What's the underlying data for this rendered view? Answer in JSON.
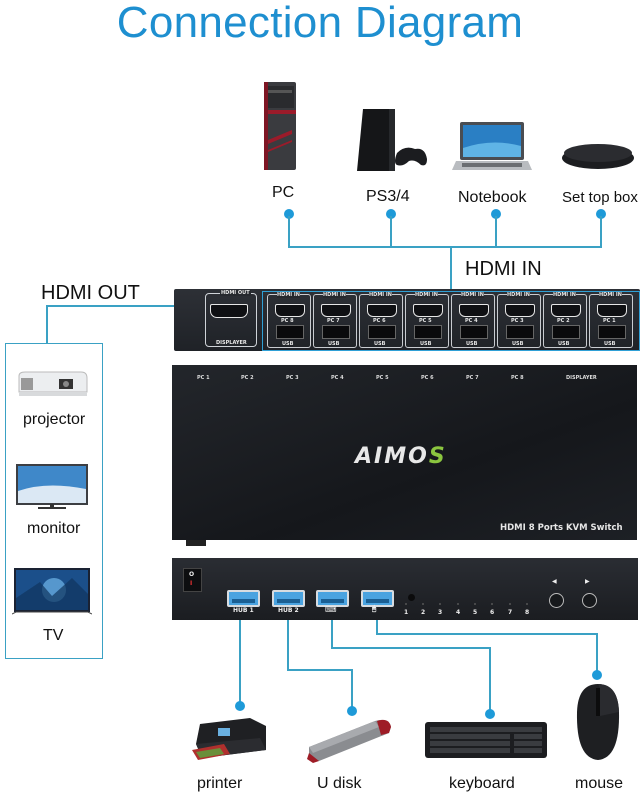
{
  "title": "Connection Diagram",
  "hdmi_in": {
    "label": "HDMI IN",
    "sources": [
      {
        "label": "PC",
        "icon": "pc-tower-icon"
      },
      {
        "label": "PS3/4",
        "icon": "game-console-icon"
      },
      {
        "label": "Notebook",
        "icon": "laptop-icon"
      },
      {
        "label": "Set top box",
        "icon": "set-top-box-icon"
      }
    ]
  },
  "hdmi_out": {
    "label": "HDMI OUT",
    "displays": [
      {
        "label": "projector",
        "icon": "projector-icon"
      },
      {
        "label": "monitor",
        "icon": "monitor-icon"
      },
      {
        "label": "TV",
        "icon": "tv-icon"
      }
    ]
  },
  "back_panel": {
    "out_port": {
      "top": "HDMI OUT",
      "bottom": "DISPLAYER"
    },
    "in_ports": [
      {
        "top": "HDMI IN",
        "mid": "PC 8",
        "bottom": "USB"
      },
      {
        "top": "HDMI IN",
        "mid": "PC 7",
        "bottom": "USB"
      },
      {
        "top": "HDMI IN",
        "mid": "PC 6",
        "bottom": "USB"
      },
      {
        "top": "HDMI IN",
        "mid": "PC 5",
        "bottom": "USB"
      },
      {
        "top": "HDMI IN",
        "mid": "PC 4",
        "bottom": "USB"
      },
      {
        "top": "HDMI IN",
        "mid": "PC 3",
        "bottom": "USB"
      },
      {
        "top": "HDMI IN",
        "mid": "PC 2",
        "bottom": "USB"
      },
      {
        "top": "HDMI IN",
        "mid": "PC 1",
        "bottom": "USB"
      }
    ]
  },
  "top_panel": {
    "labels": [
      "PC 1",
      "PC 2",
      "PC 3",
      "PC 4",
      "PC 5",
      "PC 6",
      "PC 7",
      "PC 8",
      "DISPLAYER"
    ],
    "brand_main": "AIMO",
    "brand_accent": "S",
    "product": "HDMI 8 Ports KVM Switch"
  },
  "front_panel": {
    "power_switch": {
      "on": "I",
      "off": "O"
    },
    "usb_ports": [
      "HUB 1",
      "HUB 2",
      "⌨",
      "🖱"
    ],
    "port_numbers": [
      "1",
      "2",
      "3",
      "4",
      "5",
      "6",
      "7",
      "8"
    ],
    "buttons": [
      {
        "label": "◀",
        "name": "previous"
      },
      {
        "label": "▶",
        "name": "next"
      }
    ]
  },
  "peripherals": [
    {
      "label": "printer",
      "icon": "printer-icon"
    },
    {
      "label": "U disk",
      "icon": "usb-flash-drive-icon"
    },
    {
      "label": "keyboard",
      "icon": "keyboard-icon"
    },
    {
      "label": "mouse",
      "icon": "mouse-icon"
    }
  ],
  "colors": {
    "title": "#1e8fd0",
    "connector": "#3aa1c4",
    "dot": "#1e9ad8",
    "brand_accent": "#8bc53f"
  }
}
